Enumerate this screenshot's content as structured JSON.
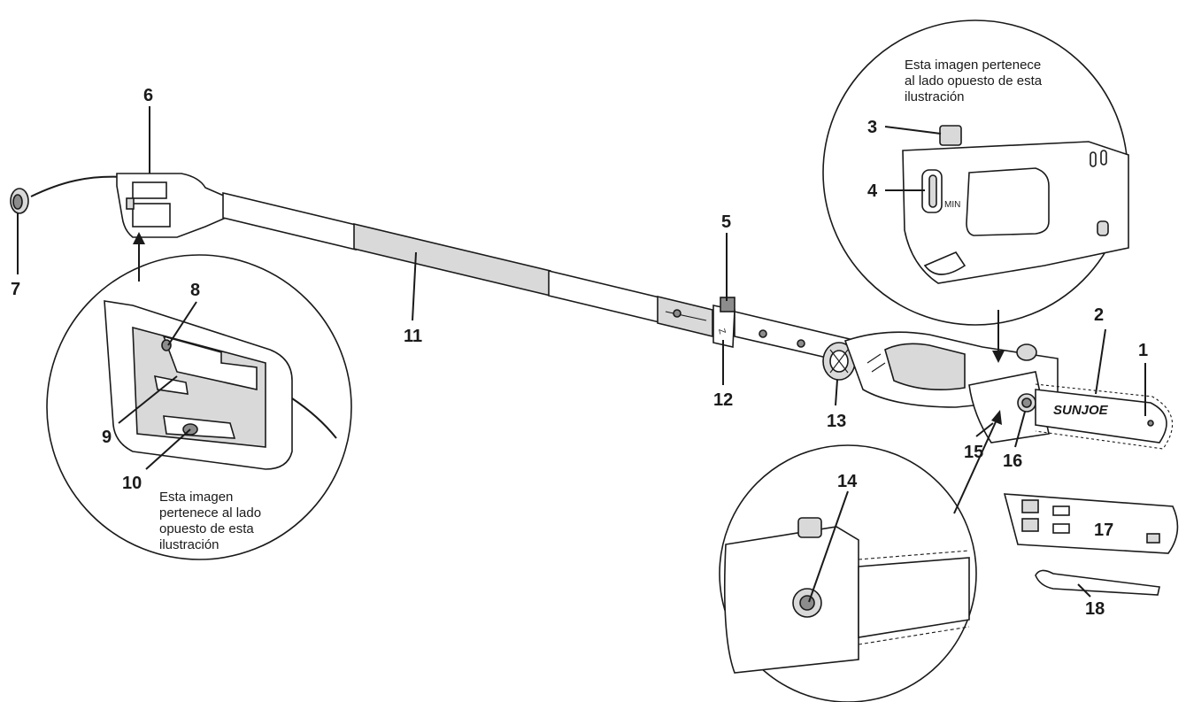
{
  "labels": {
    "n1": "1",
    "n2": "2",
    "n3": "3",
    "n4": "4",
    "n5": "5",
    "n6": "6",
    "n7": "7",
    "n8": "8",
    "n9": "9",
    "n10": "10",
    "n11": "11",
    "n12": "12",
    "n13": "13",
    "n14": "14",
    "n15": "15",
    "n16": "16",
    "n17": "17",
    "n18": "18"
  },
  "notes": {
    "top_right": [
      "Esta imagen pertenece",
      "al lado opuesto de esta",
      "ilustración"
    ],
    "bottom_left": [
      "Esta imagen",
      "pertenece al lado",
      "opuesto de esta",
      "ilustración"
    ]
  },
  "markings": {
    "min_label": "MIN",
    "brand": "SUNJOE"
  },
  "colors": {
    "line": "#1a1a1a",
    "fill_light": "#d9d9d9",
    "fill_dark": "#8c8c8c",
    "background": "#ffffff"
  }
}
